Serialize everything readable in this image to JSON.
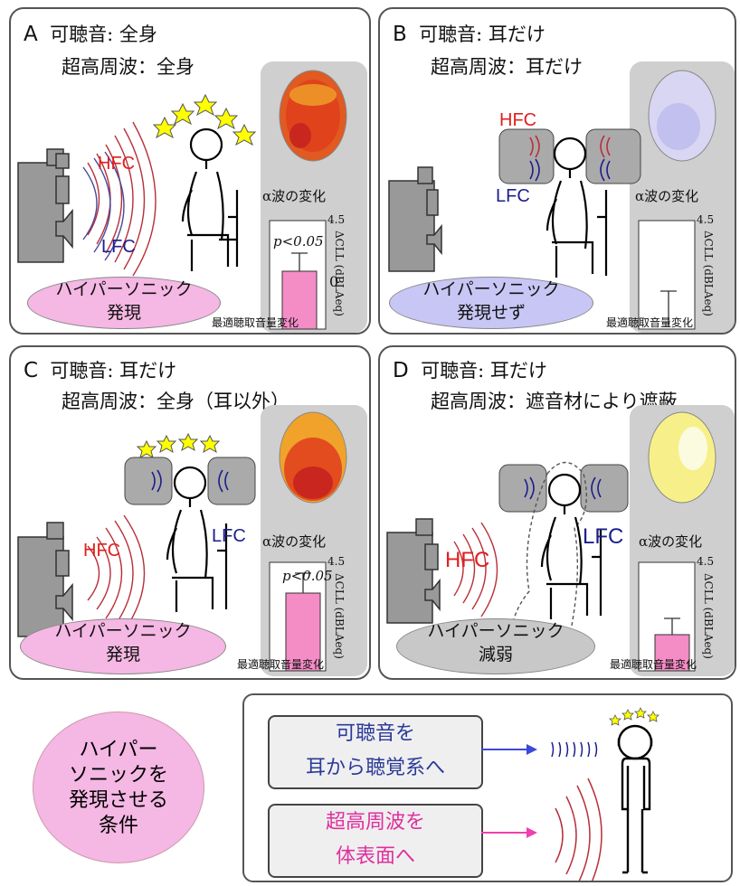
{
  "panels": [
    {
      "letter": "A",
      "line1": "可聴音: 全身",
      "line2": "超高周波：全身",
      "hfc": "HFC",
      "lfc": "LFC",
      "alpha": "α波の変化",
      "bar_label": "最適聴取音量変化",
      "ellipse1": "ハイパーソニック",
      "ellipse2": "発現",
      "p": "p<0.05",
      "ymax": "4.5",
      "ylabel": "ΔCLL",
      "yunit": "(dBLAeq)",
      "zero": "0"
    },
    {
      "letter": "B",
      "line1": "可聴音: 耳だけ",
      "line2": "超高周波：耳だけ",
      "hfc": "HFC",
      "lfc": "LFC",
      "alpha": "α波の変化",
      "bar_label": "最適聴取音量変化",
      "ellipse1": "ハイパーソニック",
      "ellipse2": "発現せず",
      "ymax": "4.5",
      "ylabel": "ΔCLL",
      "yunit": "(dBLAeq)"
    },
    {
      "letter": "C",
      "line1": "可聴音: 耳だけ",
      "line2": "超高周波：全身（耳以外）",
      "hfc": "HFC",
      "lfc": "LFC",
      "alpha": "α波の変化",
      "bar_label": "最適聴取音量変化",
      "ellipse1": "ハイパーソニック",
      "ellipse2": "発現",
      "p": "p<0.05",
      "ymax": "4.5",
      "ylabel": "ΔCLL",
      "yunit": "(dBLAeq)"
    },
    {
      "letter": "D",
      "line1": "可聴音: 耳だけ",
      "line2": "超高周波：遮音材により遮蔽",
      "hfc": "HFC",
      "lfc": "LFC",
      "alpha": "α波の変化",
      "bar_label": "最適聴取音量変化",
      "ellipse1": "ハイパーソニック",
      "ellipse2": "減弱",
      "ymax": "4.5",
      "ylabel": "ΔCLL",
      "yunit": "(dBLAeq)"
    }
  ],
  "conditions": {
    "lines": [
      "ハイパー",
      "ソニックを",
      "発現させる",
      "条件"
    ],
    "box1": [
      "可聴音を",
      "耳から聴覚系へ"
    ],
    "box2": [
      "超高周波を",
      "体表面へ"
    ]
  },
  "colors": {
    "hfc": "#e0201e",
    "lfc": "#1d1e8c",
    "pink": "#f48cc6",
    "lavender": "#b9b7ee",
    "arrow_blue": "#3b49d8",
    "arrow_pink": "#f040b0"
  }
}
